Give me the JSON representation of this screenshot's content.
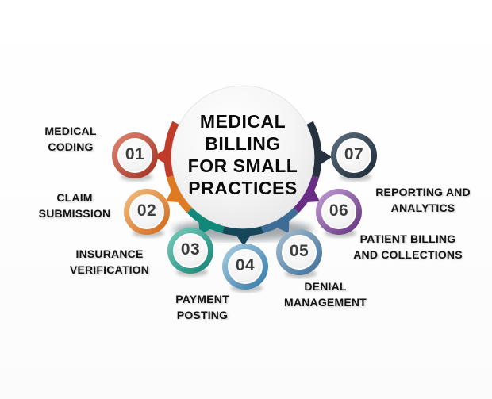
{
  "center": {
    "title": "MEDICAL\nBILLING\nFOR SMALL\nPRACTICES"
  },
  "items": [
    {
      "number": "01",
      "label": "MEDICAL\nCODING",
      "arc": "#c13b2a",
      "ring_light": "#e18a76",
      "ring_dark": "#9f2d1d"
    },
    {
      "number": "02",
      "label": "CLAIM\nSUBMISSION",
      "arc": "#dd7a22",
      "ring_light": "#f3c187",
      "ring_dark": "#cf6514"
    },
    {
      "number": "03",
      "label": "INSURANCE\nVERIFICATION",
      "arc": "#12887a",
      "ring_light": "#7fcfbf",
      "ring_dark": "#0d8172"
    },
    {
      "number": "04",
      "label": "PAYMENT\nPOSTING",
      "arc": "#16465a",
      "ring_light": "#aed0e4",
      "ring_dark": "#2e76a6"
    },
    {
      "number": "05",
      "label": "DENIAL\nMANAGEMENT",
      "arc": "#3d6d96",
      "ring_light": "#abc2d4",
      "ring_dark": "#3a6b94"
    },
    {
      "number": "06",
      "label": "PATIENT BILLING\nAND COLLECTIONS",
      "arc": "#692c85",
      "ring_light": "#c4a0d5",
      "ring_dark": "#5e2e7c"
    },
    {
      "number": "07",
      "label": "REPORTING AND\nANALYTICS",
      "arc": "#25313f",
      "ring_light": "#5f7183",
      "ring_dark": "#1a2733"
    }
  ],
  "colors": {
    "title_text": "#0b0b0b",
    "label_text": "#141414",
    "number_text": "#3d3d3d",
    "background": "#ffffff"
  }
}
